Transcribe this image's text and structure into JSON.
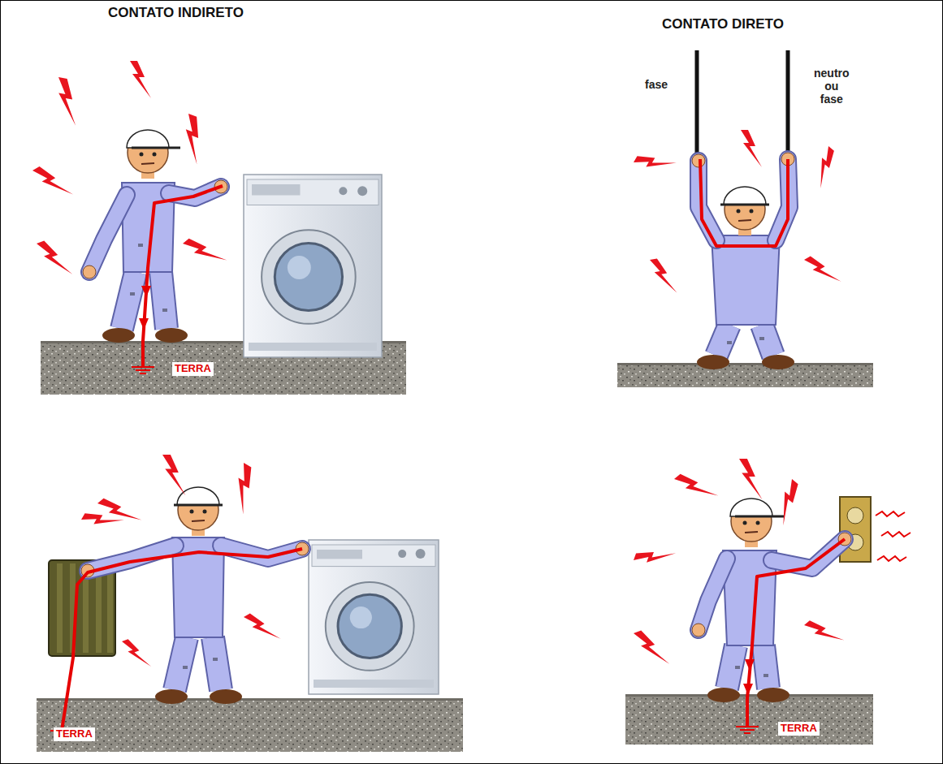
{
  "diagram": {
    "labels": [
      "CONTATO INDIRETO",
      "CONTATO DIRETO",
      "fase",
      "neutro ou fase",
      "TERRA",
      "TERRA",
      "TERRA"
    ]
  }
}
